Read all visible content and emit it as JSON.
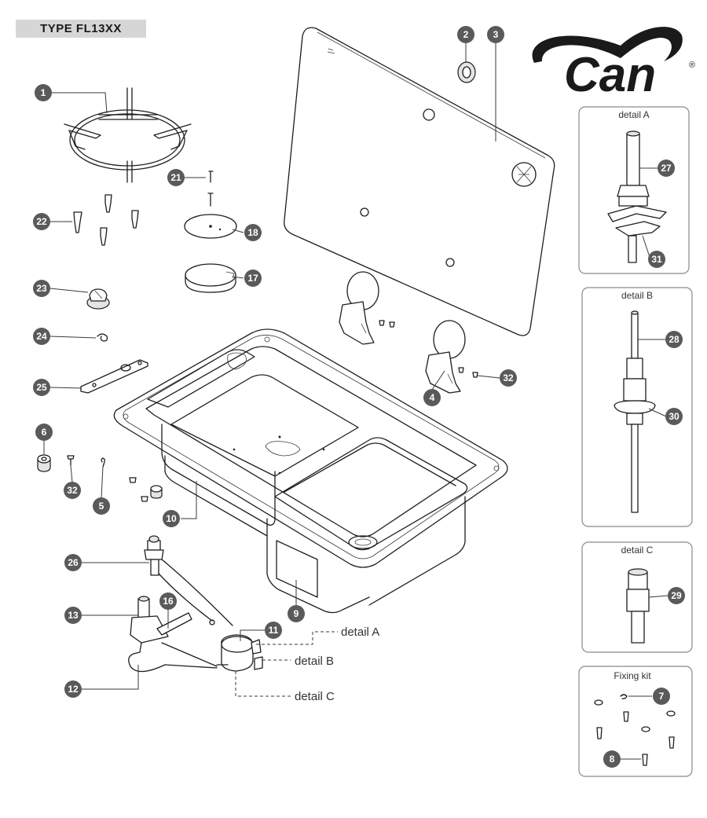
{
  "header": {
    "type_label": "TYPE FL13XX"
  },
  "logo": {
    "text": "Can",
    "registered_mark": "®"
  },
  "callouts": [
    "1",
    "2",
    "3",
    "4",
    "5",
    "6",
    "7",
    "8",
    "9",
    "10",
    "11",
    "12",
    "13",
    "16",
    "17",
    "18",
    "21",
    "22",
    "23",
    "24",
    "25",
    "26",
    "27",
    "28",
    "29",
    "30",
    "31",
    "32"
  ],
  "detail_boxes": {
    "a": {
      "title": "detail A"
    },
    "b": {
      "title": "detail B"
    },
    "c": {
      "title": "detail C"
    },
    "fixing": {
      "title": "Fixing kit"
    }
  },
  "detail_refs": {
    "a": "detail A",
    "b": "detail B",
    "c": "detail C"
  },
  "colors": {
    "callout_fill": "#5a5a5a",
    "line": "#1e1e1e",
    "label_bg": "#d6d6d6",
    "box_border": "#8a8a8a"
  }
}
